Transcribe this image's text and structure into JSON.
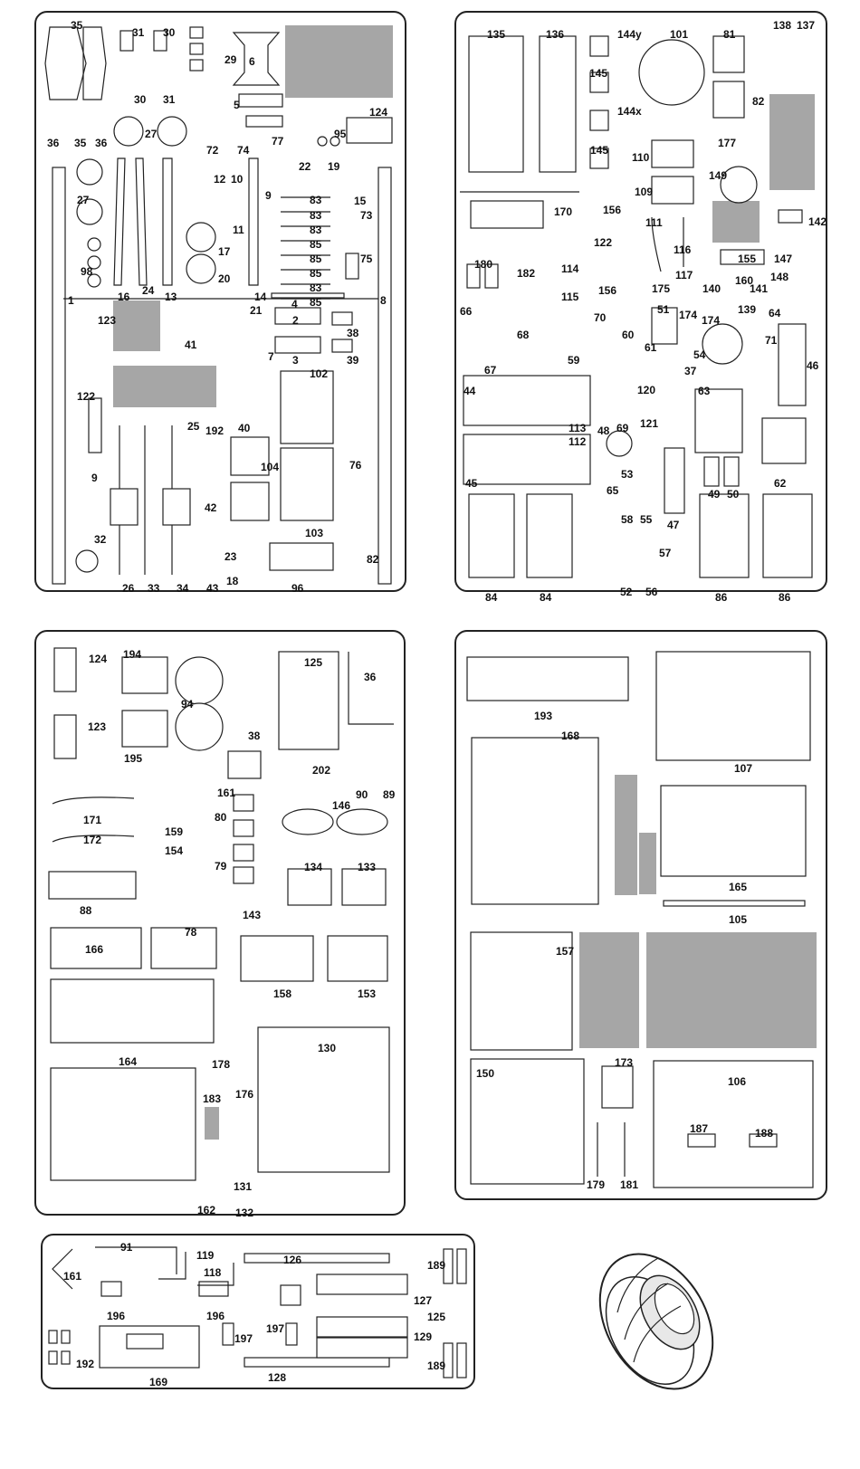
{
  "sheets": [
    {
      "id": "A",
      "labels": [
        [
          "35",
          78,
          22
        ],
        [
          "31",
          146,
          30
        ],
        [
          "30",
          180,
          30
        ],
        [
          "29",
          248,
          60
        ],
        [
          "6",
          275,
          62
        ],
        [
          "36",
          52,
          152
        ],
        [
          "35",
          82,
          152
        ],
        [
          "36",
          105,
          152
        ],
        [
          "30",
          148,
          104
        ],
        [
          "31",
          180,
          104
        ],
        [
          "27",
          160,
          142
        ],
        [
          "5",
          258,
          110
        ],
        [
          "124",
          408,
          118
        ],
        [
          "72",
          228,
          160
        ],
        [
          "74",
          262,
          160
        ],
        [
          "77",
          300,
          150
        ],
        [
          "95",
          369,
          142
        ],
        [
          "27",
          85,
          215
        ],
        [
          "12",
          236,
          192
        ],
        [
          "10",
          255,
          192
        ],
        [
          "22",
          330,
          178
        ],
        [
          "19",
          362,
          178
        ],
        [
          "9",
          293,
          210
        ],
        [
          "83",
          342,
          215
        ],
        [
          "83",
          342,
          232
        ],
        [
          "83",
          342,
          248
        ],
        [
          "15",
          391,
          216
        ],
        [
          "73",
          398,
          232
        ],
        [
          "85",
          342,
          264
        ],
        [
          "85",
          342,
          280
        ],
        [
          "85",
          342,
          296
        ],
        [
          "83",
          342,
          312
        ],
        [
          "85",
          342,
          328
        ],
        [
          "11",
          257,
          248
        ],
        [
          "17",
          241,
          272
        ],
        [
          "20",
          241,
          302
        ],
        [
          "75",
          398,
          280
        ],
        [
          "98",
          89,
          294
        ],
        [
          "1",
          75,
          326
        ],
        [
          "16",
          130,
          322
        ],
        [
          "24",
          157,
          315
        ],
        [
          "13",
          182,
          322
        ],
        [
          "14",
          281,
          322
        ],
        [
          "4",
          322,
          330
        ],
        [
          "8",
          420,
          326
        ],
        [
          "21",
          276,
          337
        ],
        [
          "2",
          323,
          348
        ],
        [
          "123",
          108,
          348
        ],
        [
          "38",
          383,
          362
        ],
        [
          "41",
          204,
          375
        ],
        [
          "3",
          323,
          392
        ],
        [
          "39",
          383,
          392
        ],
        [
          "7",
          296,
          388
        ],
        [
          "102",
          342,
          407
        ],
        [
          "122",
          85,
          432
        ],
        [
          "40",
          263,
          467
        ],
        [
          "192",
          227,
          470
        ],
        [
          "25",
          207,
          465
        ],
        [
          "76",
          386,
          508
        ],
        [
          "104",
          288,
          510
        ],
        [
          "9",
          101,
          522
        ],
        [
          "42",
          226,
          555
        ],
        [
          "103",
          337,
          583
        ],
        [
          "32",
          104,
          590
        ],
        [
          "23",
          248,
          609
        ],
        [
          "82",
          405,
          612
        ],
        [
          "18",
          250,
          636
        ],
        [
          "26",
          135,
          644
        ],
        [
          "33",
          163,
          644
        ],
        [
          "34",
          195,
          644
        ],
        [
          "43",
          228,
          644
        ],
        [
          "96",
          322,
          644
        ]
      ]
    },
    {
      "id": "B",
      "labels": [
        [
          "135",
          538,
          32
        ],
        [
          "136",
          603,
          32
        ],
        [
          "144y",
          682,
          32
        ],
        [
          "101",
          740,
          32
        ],
        [
          "81",
          799,
          32
        ],
        [
          "138",
          854,
          22
        ],
        [
          "137",
          880,
          22
        ],
        [
          "145",
          651,
          75
        ],
        [
          "82",
          831,
          106
        ],
        [
          "144x",
          682,
          117
        ],
        [
          "177",
          793,
          152
        ],
        [
          "145",
          652,
          160
        ],
        [
          "110",
          698,
          168
        ],
        [
          "149",
          783,
          188
        ],
        [
          "170",
          612,
          228
        ],
        [
          "156",
          666,
          226
        ],
        [
          "109",
          701,
          206
        ],
        [
          "142",
          893,
          239
        ],
        [
          "111",
          713,
          240
        ],
        [
          "122",
          656,
          262
        ],
        [
          "116",
          744,
          270
        ],
        [
          "155",
          815,
          280
        ],
        [
          "147",
          855,
          280
        ],
        [
          "180",
          524,
          286
        ],
        [
          "182",
          571,
          296
        ],
        [
          "114",
          620,
          291
        ],
        [
          "148",
          851,
          300
        ],
        [
          "117",
          746,
          298
        ],
        [
          "140",
          776,
          313
        ],
        [
          "160",
          812,
          304
        ],
        [
          "141",
          828,
          313
        ],
        [
          "115",
          620,
          322
        ],
        [
          "156",
          661,
          315
        ],
        [
          "175",
          720,
          313
        ],
        [
          "51",
          726,
          336
        ],
        [
          "139",
          815,
          336
        ],
        [
          "64",
          849,
          340
        ],
        [
          "174",
          750,
          342
        ],
        [
          "174",
          775,
          348
        ],
        [
          "66",
          508,
          338
        ],
        [
          "70",
          656,
          345
        ],
        [
          "68",
          571,
          364
        ],
        [
          "60",
          687,
          364
        ],
        [
          "61",
          712,
          378
        ],
        [
          "71",
          845,
          370
        ],
        [
          "54",
          766,
          386
        ],
        [
          "67",
          535,
          403
        ],
        [
          "59",
          627,
          392
        ],
        [
          "37",
          756,
          404
        ],
        [
          "46",
          891,
          398
        ],
        [
          "44",
          512,
          426
        ],
        [
          "120",
          704,
          425
        ],
        [
          "63",
          771,
          426
        ],
        [
          "121",
          707,
          462
        ],
        [
          "48",
          660,
          470
        ],
        [
          "69",
          681,
          467
        ],
        [
          "113",
          628,
          467
        ],
        [
          "112",
          628,
          482
        ],
        [
          "53",
          686,
          518
        ],
        [
          "45",
          514,
          528
        ],
        [
          "62",
          855,
          528
        ],
        [
          "49",
          782,
          540
        ],
        [
          "50",
          803,
          540
        ],
        [
          "65",
          670,
          536
        ],
        [
          "55",
          707,
          568
        ],
        [
          "47",
          737,
          574
        ],
        [
          "58",
          686,
          568
        ],
        [
          "57",
          728,
          605
        ],
        [
          "52",
          685,
          648
        ],
        [
          "56",
          713,
          648
        ],
        [
          "84",
          536,
          654
        ],
        [
          "84",
          596,
          654
        ],
        [
          "86",
          790,
          654
        ],
        [
          "86",
          860,
          654
        ]
      ]
    },
    {
      "id": "C",
      "labels": [
        [
          "124",
          98,
          722
        ],
        [
          "194",
          136,
          717
        ],
        [
          "94",
          200,
          772
        ],
        [
          "125",
          336,
          726
        ],
        [
          "36",
          402,
          742
        ],
        [
          "123",
          97,
          797
        ],
        [
          "38",
          274,
          807
        ],
        [
          "195",
          137,
          832
        ],
        [
          "202",
          345,
          845
        ],
        [
          "161",
          240,
          870
        ],
        [
          "90",
          393,
          872
        ],
        [
          "89",
          423,
          872
        ],
        [
          "171",
          92,
          900
        ],
        [
          "146",
          367,
          884
        ],
        [
          "80",
          237,
          897
        ],
        [
          "159",
          182,
          913
        ],
        [
          "172",
          92,
          922
        ],
        [
          "154",
          182,
          934
        ],
        [
          "79",
          237,
          951
        ],
        [
          "134",
          336,
          952
        ],
        [
          "133",
          395,
          952
        ],
        [
          "88",
          88,
          1000
        ],
        [
          "143",
          268,
          1005
        ],
        [
          "78",
          204,
          1024
        ],
        [
          "166",
          94,
          1043
        ],
        [
          "158",
          302,
          1092
        ],
        [
          "153",
          395,
          1092
        ],
        [
          "130",
          351,
          1152
        ],
        [
          "178",
          234,
          1170
        ],
        [
          "164",
          131,
          1167
        ],
        [
          "183",
          224,
          1208
        ],
        [
          "176",
          260,
          1203
        ],
        [
          "131",
          258,
          1305
        ],
        [
          "162",
          218,
          1331
        ],
        [
          "132",
          260,
          1334
        ]
      ]
    },
    {
      "id": "D",
      "labels": [
        [
          "193",
          590,
          785
        ],
        [
          "168",
          620,
          807
        ],
        [
          "107",
          811,
          843
        ],
        [
          "165",
          805,
          974
        ],
        [
          "105",
          805,
          1010
        ],
        [
          "157",
          614,
          1045
        ],
        [
          "173",
          679,
          1168
        ],
        [
          "106",
          804,
          1189
        ],
        [
          "150",
          526,
          1180
        ],
        [
          "187",
          762,
          1241
        ],
        [
          "188",
          834,
          1246
        ],
        [
          "179",
          648,
          1303
        ],
        [
          "181",
          685,
          1303
        ]
      ]
    },
    {
      "id": "E",
      "labels": [
        [
          "91",
          133,
          1372
        ],
        [
          "119",
          217,
          1381
        ],
        [
          "118",
          225,
          1400
        ],
        [
          "126",
          313,
          1386
        ],
        [
          "189",
          472,
          1392
        ],
        [
          "161",
          70,
          1404
        ],
        [
          "127",
          457,
          1431
        ],
        [
          "196",
          118,
          1448
        ],
        [
          "196",
          228,
          1448
        ],
        [
          "125",
          472,
          1449
        ],
        [
          "197",
          259,
          1473
        ],
        [
          "197",
          294,
          1462
        ],
        [
          "129",
          457,
          1471
        ],
        [
          "192",
          84,
          1501
        ],
        [
          "189",
          472,
          1503
        ],
        [
          "169",
          165,
          1521
        ],
        [
          "128",
          296,
          1516
        ]
      ]
    }
  ]
}
